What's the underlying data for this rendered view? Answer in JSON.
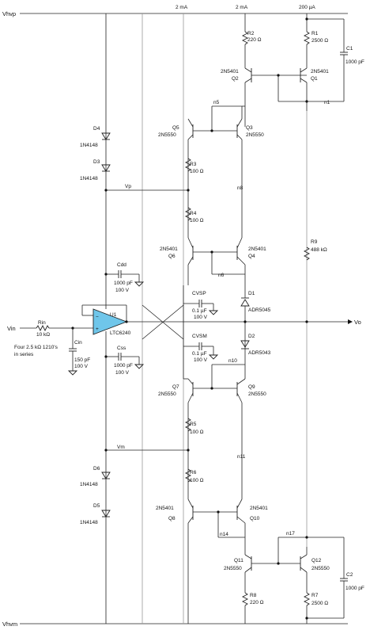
{
  "rails": {
    "vhvp": "Vhvp",
    "vhvm": "Vhvm"
  },
  "currents": {
    "left": "2 mA",
    "mid": "2 mA",
    "right": "200 µA"
  },
  "io": {
    "vin": "Vin",
    "vo": "Vo"
  },
  "nodes": {
    "vp": "Vp",
    "vm": "Vm",
    "n1": "n1",
    "n5": "n5",
    "n6": "n6",
    "n8": "n8",
    "n10": "n10",
    "n11": "n11",
    "n14": "n14",
    "n17": "n17"
  },
  "opamp": {
    "ref": "U1",
    "part": "LTC6240",
    "color": "#6fc6ea"
  },
  "transistors": {
    "q1": {
      "ref": "Q1",
      "part": "2N5401"
    },
    "q2": {
      "ref": "Q2",
      "part": "2N5401"
    },
    "q3": {
      "ref": "Q3",
      "part": "2N5550"
    },
    "q4": {
      "ref": "Q4",
      "part": "2N5401"
    },
    "q5": {
      "ref": "Q5",
      "part": "2N5550"
    },
    "q6": {
      "ref": "Q6",
      "part": "2N5401"
    },
    "q7": {
      "ref": "Q7",
      "part": "2N5550"
    },
    "q9": {
      "ref": "Q9",
      "part": "2N5550"
    },
    "q10": {
      "ref": "Q10",
      "part": "2N5401"
    },
    "q8": {
      "ref": "Q8",
      "part": "2N5401"
    },
    "q11": {
      "ref": "Q11",
      "part": "2N5550"
    },
    "q12": {
      "ref": "Q12",
      "part": "2N5550"
    }
  },
  "resistors": {
    "r1": {
      "ref": "R1",
      "value": "2500 Ω"
    },
    "r2": {
      "ref": "R2",
      "value": "220 Ω"
    },
    "r3": {
      "ref": "R3",
      "value": "100 Ω"
    },
    "r4": {
      "ref": "R4",
      "value": "100 Ω"
    },
    "r5": {
      "ref": "R5",
      "value": "100 Ω"
    },
    "r6": {
      "ref": "R6",
      "value": "100 Ω"
    },
    "r7": {
      "ref": "R7",
      "value": "2500 Ω"
    },
    "r8": {
      "ref": "R8",
      "value": "220 Ω"
    },
    "r9": {
      "ref": "R9",
      "value": "488 kΩ"
    },
    "rin": {
      "ref": "Rin",
      "value": "10 kΩ",
      "note1": "Four 2.5 kΩ 1210's",
      "note2": "in series"
    }
  },
  "capacitors": {
    "c1": {
      "ref": "C1",
      "value": "1000 pF"
    },
    "c2": {
      "ref": "C2",
      "value": "1000 pF"
    },
    "cdd": {
      "ref": "Cdd",
      "value": "1000 pF",
      "voltage": "100 V"
    },
    "css": {
      "ref": "Css",
      "value": "1000 pF",
      "voltage": "100 V"
    },
    "cin": {
      "ref": "Cin",
      "value": "150 pF",
      "voltage": "100 V"
    },
    "cvsp": {
      "ref": "CVSP",
      "value": "0.1 µF",
      "voltage": "100 V"
    },
    "cvsm": {
      "ref": "CVSM",
      "value": "0.1 µF",
      "voltage": "100 V"
    }
  },
  "diodes": {
    "d1": {
      "ref": "D1",
      "part": "ADR5045"
    },
    "d2": {
      "ref": "D2",
      "part": "ADR5043"
    },
    "d3": {
      "ref": "D3",
      "part": "1N4148"
    },
    "d4": {
      "ref": "D4",
      "part": "1N4148"
    },
    "d5": {
      "ref": "D5",
      "part": "1N4148"
    },
    "d6": {
      "ref": "D6",
      "part": "1N4148"
    }
  }
}
